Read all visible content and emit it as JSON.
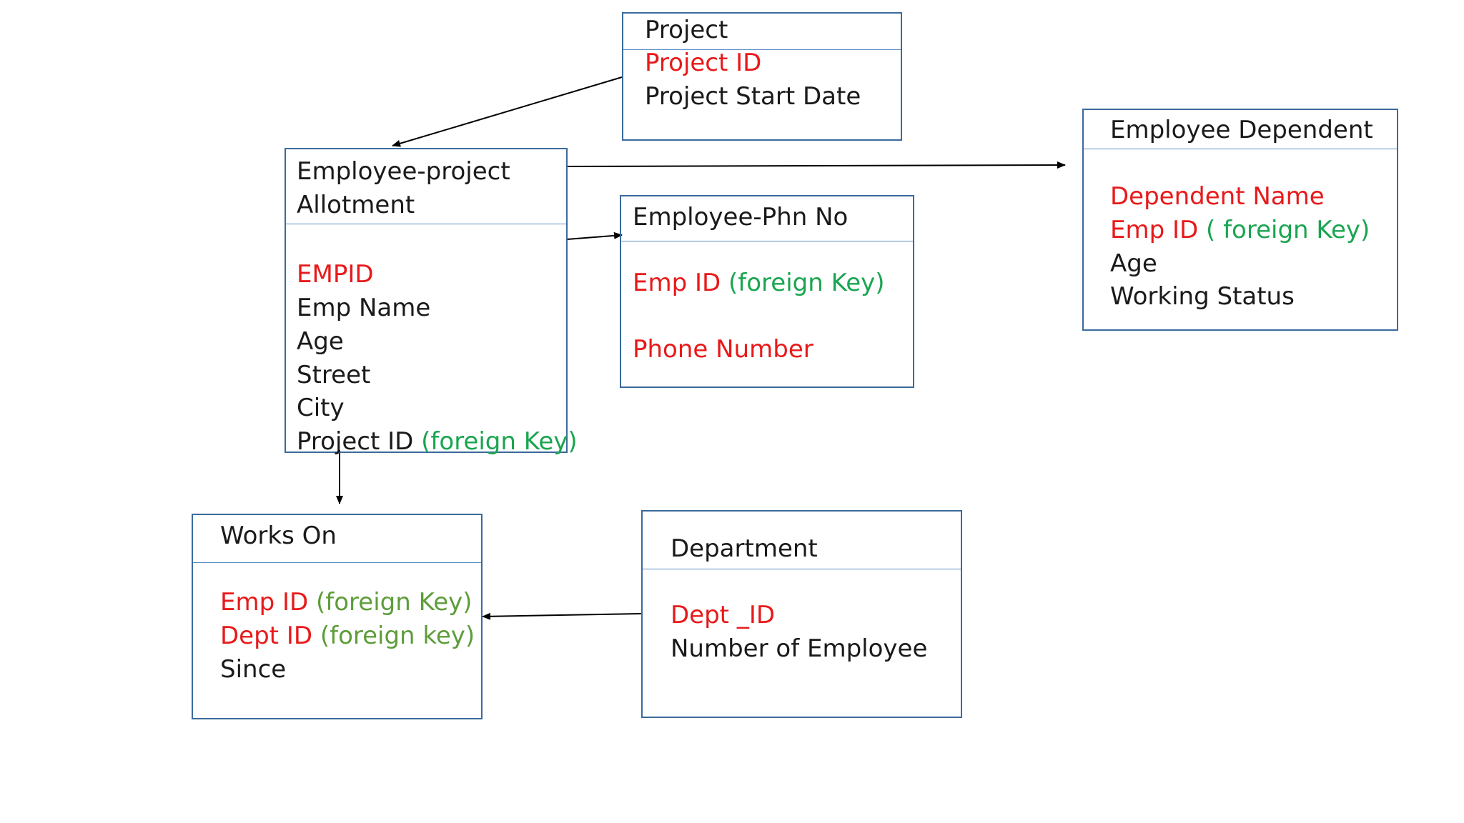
{
  "colors": {
    "border": "#3b6a9c",
    "divider": "#5b8cc4",
    "text": "#1a1a1a",
    "key_red": "#e8191a",
    "foreign_green": "#1aa550",
    "foreign_olive": "#5e9d3a"
  },
  "entities": {
    "project": {
      "title": "Project",
      "attr_id": "Project ID",
      "attr_start_date": "Project Start Date"
    },
    "employee_project": {
      "title_line1": "Employee-project",
      "title_line2": "Allotment",
      "attr_empid": "EMPID",
      "attr_emp_name": "Emp Name",
      "attr_age": "Age",
      "attr_street": "Street",
      "attr_city": "City",
      "attr_project_id": "Project ID",
      "attr_project_id_note": "(foreign Key)"
    },
    "employee_phone": {
      "title": "Employee-Phn No",
      "attr_emp_id": "Emp ID",
      "attr_emp_id_note": "(foreign Key)",
      "attr_phone": "Phone Number"
    },
    "employee_dependent": {
      "title": "Employee Dependent",
      "attr_dependent_name": "Dependent Name",
      "attr_emp_id": "Emp ID",
      "attr_emp_id_note": "( foreign Key)",
      "attr_age": "Age",
      "attr_working_status": "Working Status"
    },
    "works_on": {
      "title": "Works On",
      "attr_emp_id": "Emp ID",
      "attr_emp_id_note": "(foreign Key)",
      "attr_dept_id": "Dept ID",
      "attr_dept_id_note": "(foreign key)",
      "attr_since": "Since"
    },
    "department": {
      "title": "Department",
      "attr_dept_id": "Dept _ID",
      "attr_num_employee": "Number of Employee"
    }
  },
  "relationships": [
    {
      "from": "project",
      "to": "employee-project"
    },
    {
      "from": "employee-project",
      "to": "employee-dependent"
    },
    {
      "from": "employee-project",
      "to": "employee-phone"
    },
    {
      "from": "employee-project",
      "to": "works-on"
    },
    {
      "from": "department",
      "to": "works-on"
    }
  ]
}
